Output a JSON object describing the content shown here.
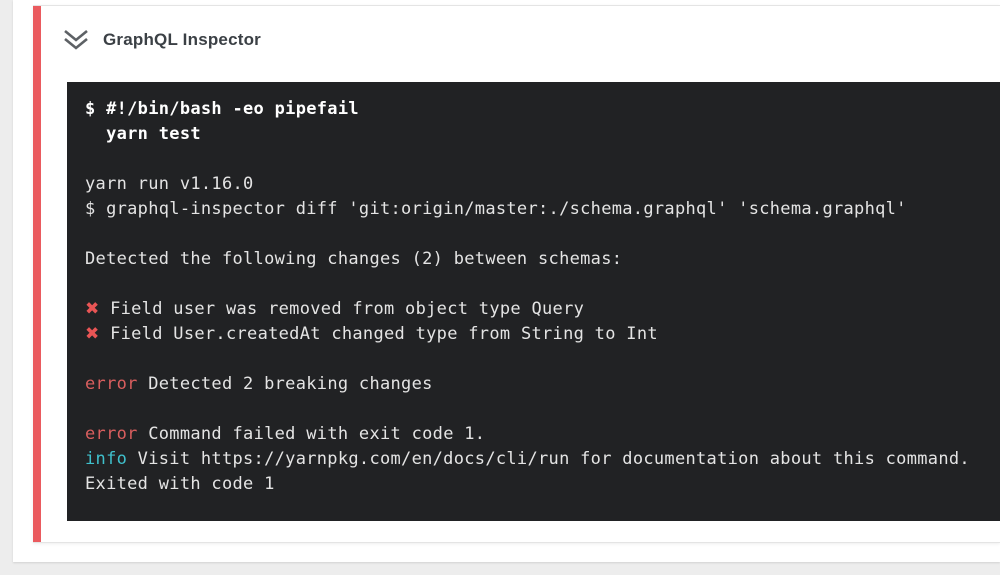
{
  "step": {
    "title": "GraphQL Inspector",
    "status": "failed",
    "expand_icon": "chevron-double-down-icon"
  },
  "colors": {
    "page_bg": "#ededed",
    "card_bg": "#ffffff",
    "failure_accent": "#ea5a5e",
    "terminal_bg": "#212224",
    "terminal_text": "#e4e4e4",
    "terminal_bold": "#ffffff",
    "error_red": "#d95e5e",
    "info_cyan": "#3fc0cc"
  },
  "terminal": {
    "lines": [
      {
        "segments": [
          {
            "text": "$ #!/bin/bash -eo pipefail",
            "style": "command"
          }
        ]
      },
      {
        "segments": [
          {
            "text": "  yarn test",
            "style": "command"
          }
        ]
      },
      {
        "segments": []
      },
      {
        "segments": [
          {
            "text": "yarn run v1.16.0",
            "style": "plain"
          }
        ]
      },
      {
        "segments": [
          {
            "text": "$ graphql-inspector diff 'git:origin/master:./schema.graphql' 'schema.graphql'",
            "style": "plain"
          }
        ]
      },
      {
        "segments": []
      },
      {
        "segments": [
          {
            "text": "Detected the following changes (2) between schemas:",
            "style": "plain"
          }
        ]
      },
      {
        "segments": []
      },
      {
        "segments": [
          {
            "text": "✖",
            "style": "cross"
          },
          {
            "text": " Field user was removed from object type Query",
            "style": "plain"
          }
        ]
      },
      {
        "segments": [
          {
            "text": "✖",
            "style": "cross"
          },
          {
            "text": " Field User.createdAt changed type from String to Int",
            "style": "plain"
          }
        ]
      },
      {
        "segments": []
      },
      {
        "segments": [
          {
            "text": "error",
            "style": "error"
          },
          {
            "text": " Detected 2 breaking changes",
            "style": "plain"
          }
        ]
      },
      {
        "segments": []
      },
      {
        "segments": [
          {
            "text": "error",
            "style": "error"
          },
          {
            "text": " Command failed with exit code 1.",
            "style": "plain"
          }
        ]
      },
      {
        "segments": [
          {
            "text": "info",
            "style": "info"
          },
          {
            "text": " Visit https://yarnpkg.com/en/docs/cli/run for documentation about this command.",
            "style": "plain"
          }
        ]
      },
      {
        "segments": [
          {
            "text": "Exited with code 1",
            "style": "plain"
          }
        ]
      }
    ]
  }
}
